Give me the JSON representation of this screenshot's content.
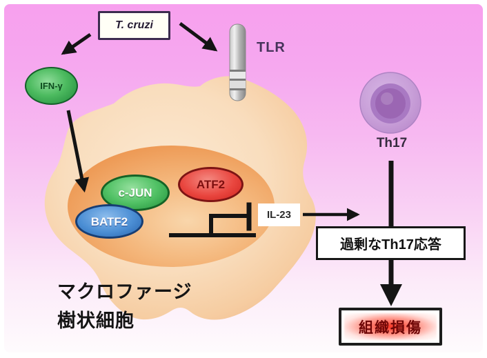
{
  "diagram": {
    "pathogen_label": "T. cruzi",
    "tlr_label": "TLR",
    "ifn_gamma_label": "IFN-γ",
    "c_jun_label": "c-JUN",
    "atf2_label": "ATF2",
    "batf2_label": "BATF2",
    "il23_label": "IL-23",
    "th17_label": "Th17",
    "cell_label_line1": "マクロファージ",
    "cell_label_line2": "樹状細胞",
    "excessive_response_label": "過剰なTh17応答",
    "tissue_damage_label": "組織損傷"
  },
  "colors": {
    "background_top": "#f7a0ee",
    "background_bottom": "#fefbfd",
    "ifn_gamma_fill": "#4dbb60",
    "c_jun_fill": "#51c165",
    "atf2_fill": "#e9463f",
    "batf2_fill": "#4b8ed4",
    "macrophage_cell_fill": "#f8d9b8",
    "nucleus_fill": "#ee9b58",
    "tlr_receptor_fill": "#aFAFaf",
    "th17_cell_fill": "#c79bd6",
    "tissue_damage_text": "#6e0606",
    "arrow_color": "#141414"
  }
}
